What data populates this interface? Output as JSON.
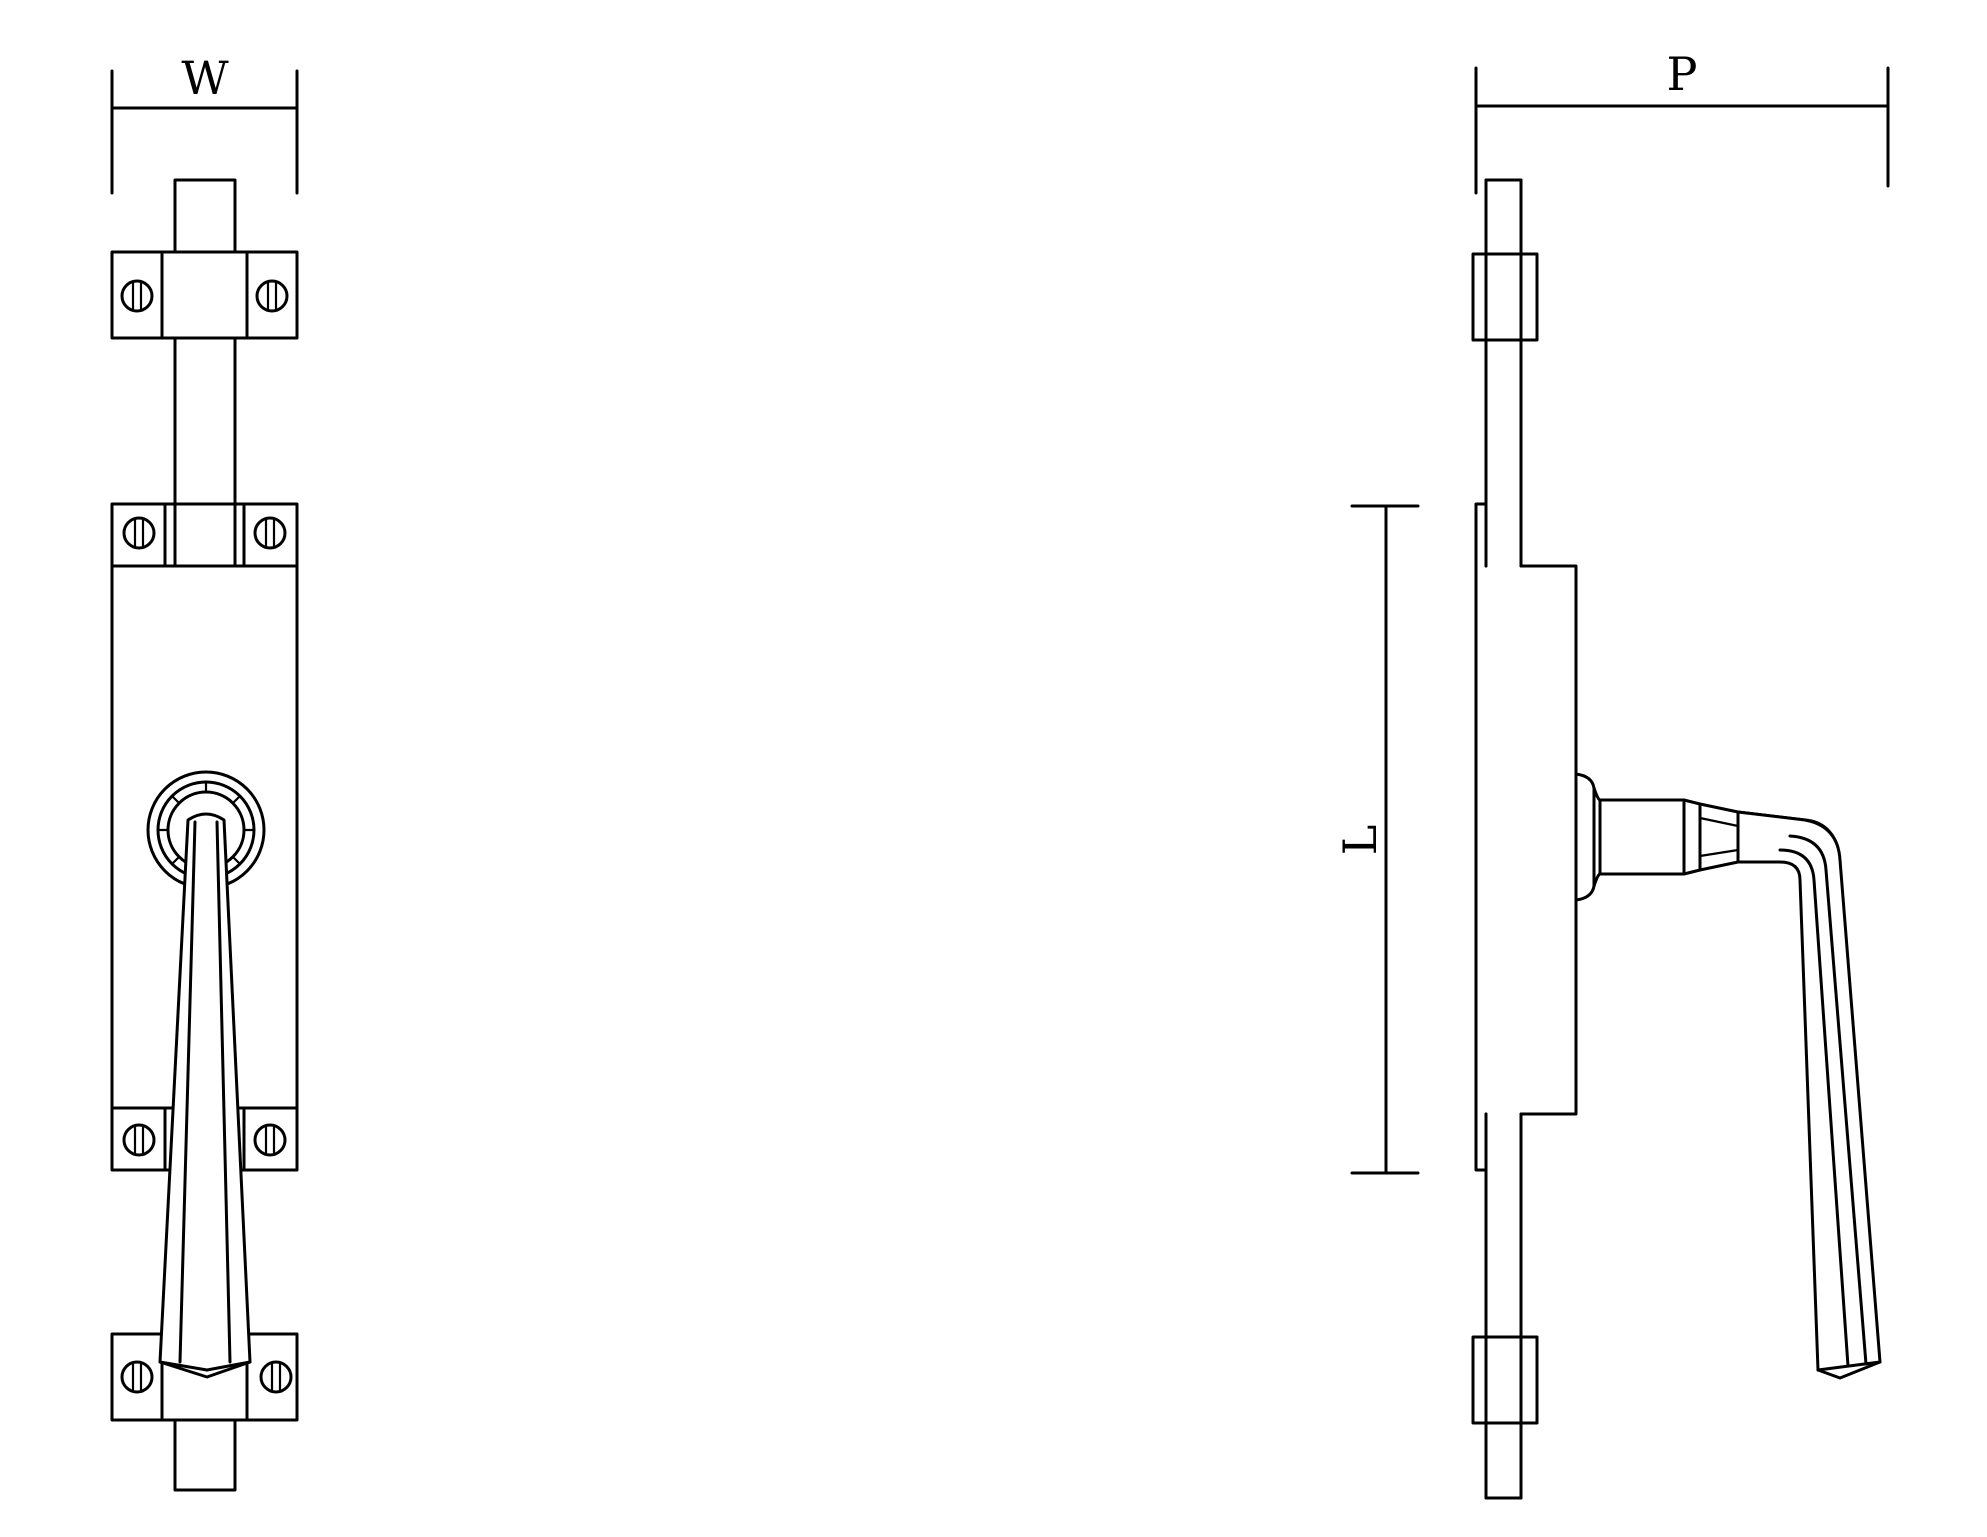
{
  "dimensions": {
    "width_label": "W",
    "projection_label": "P",
    "length_label": "L"
  },
  "colors": {
    "line": "#000000",
    "background": "#ffffff"
  }
}
